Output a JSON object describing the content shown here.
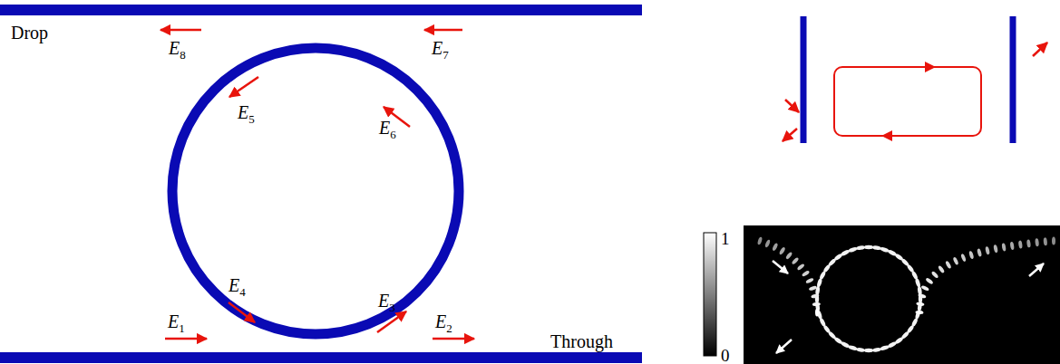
{
  "diagram": {
    "labels": [
      "Drop",
      "E8",
      "E7",
      "E5",
      "E6",
      "E4",
      "E3",
      "E1",
      "E2",
      "Through",
      "1",
      "0"
    ]
  }
}
